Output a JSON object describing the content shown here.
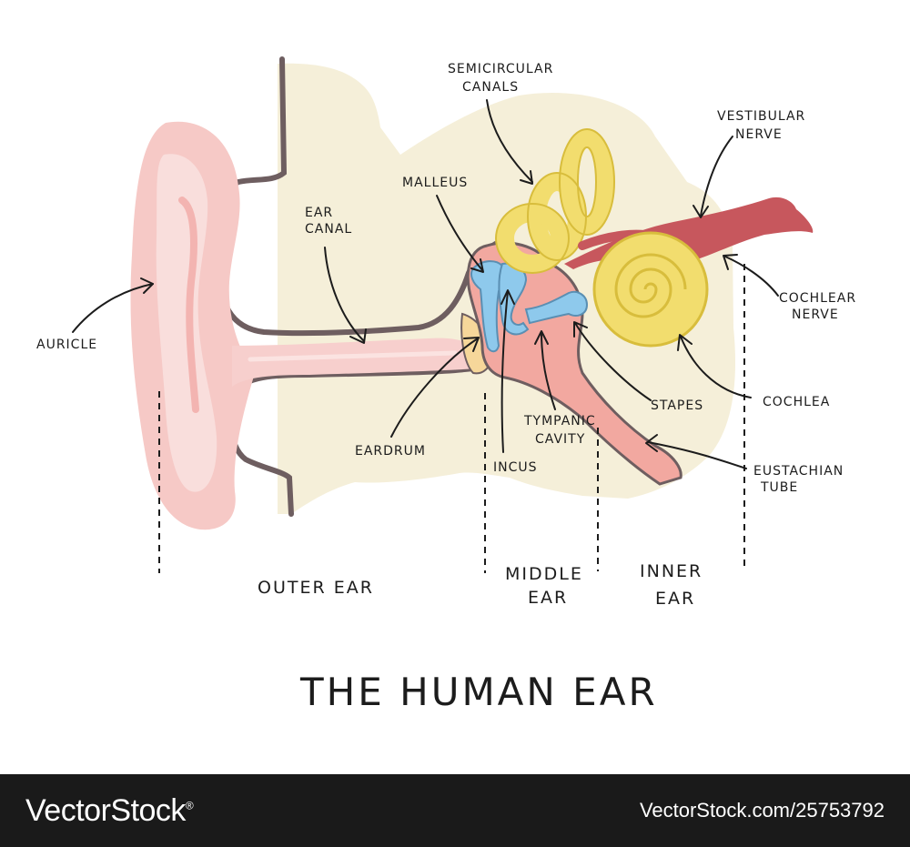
{
  "diagram": {
    "title": "THE HUMAN EAR",
    "sections": {
      "outer": "OUTER EAR",
      "middle_1": "MIDDLE",
      "middle_2": "EAR",
      "inner_1": "INNER",
      "inner_2": "EAR"
    },
    "labels": {
      "auricle": "AURICLE",
      "ear_canal_1": "EAR",
      "ear_canal_2": "CANAL",
      "semicircular_1": "SEMICIRCULAR",
      "semicircular_2": "CANALS",
      "malleus": "MALLEUS",
      "vestibular_1": "VESTIBULAR",
      "vestibular_2": "NERVE",
      "cochlear_nerve_1": "COCHLEAR",
      "cochlear_nerve_2": "NERVE",
      "cochlea": "COCHLEA",
      "stapes": "STAPES",
      "tympanic_1": "TYMPANIC",
      "tympanic_2": "CAVITY",
      "eardrum": "EARDRUM",
      "incus": "INCUS",
      "eustachian_1": "EUSTACHIAN",
      "eustachian_2": "TUBE"
    },
    "colors": {
      "skin": "#f5efd9",
      "auricle": "#f6c9c6",
      "canal": "#f7cfcd",
      "outline": "#6e5e60",
      "ossicles": "#8ec9ec",
      "eardrum": "#f6d79a",
      "cavity": "#f2a8a0",
      "inner_ear": "#f2dd6e",
      "nerve": "#c7575d"
    }
  },
  "footer": {
    "brand": "VectorStock",
    "trademark": "®",
    "image_id": "VectorStock.com/25753792"
  }
}
